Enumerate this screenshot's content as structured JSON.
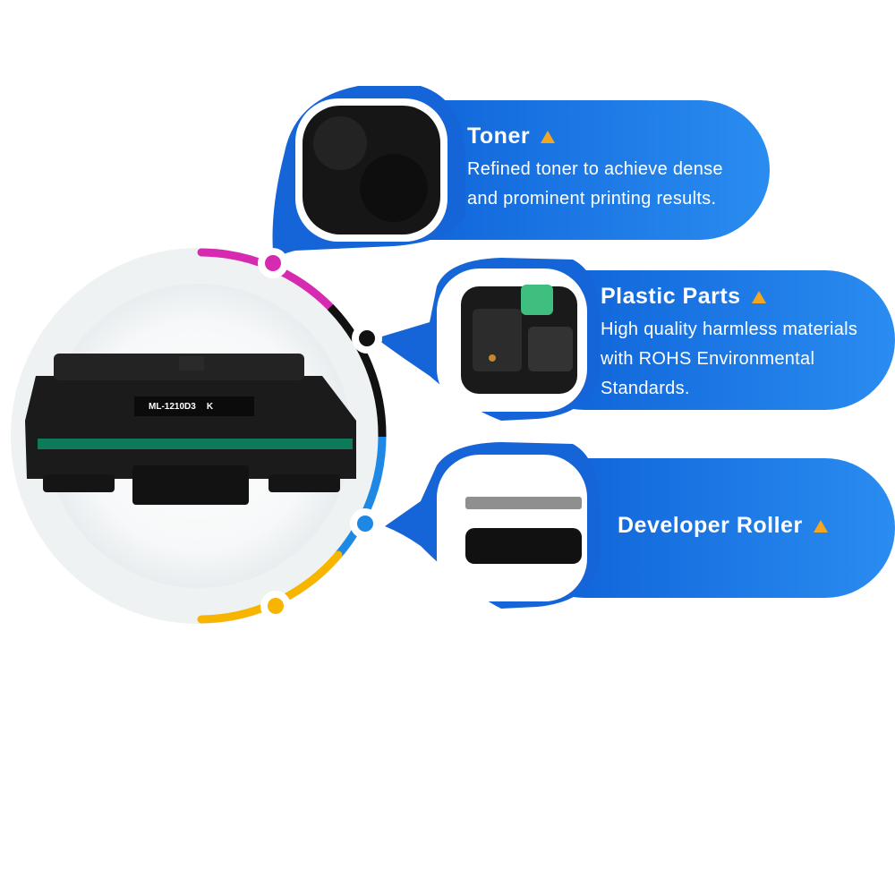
{
  "features": [
    {
      "title": "Toner",
      "description_lines": [
        "Refined toner to achieve dense",
        "and prominent printing results."
      ]
    },
    {
      "title": "Plastic Parts",
      "description_lines": [
        "High quality harmless materials",
        "with ROHS Environmental",
        "Standards."
      ]
    },
    {
      "title": "Developer Roller",
      "description_lines": []
    }
  ],
  "product": {
    "model_label": "ML-1210D3",
    "color_code": "K"
  },
  "colors": {
    "panel_blue": "#1a73e8",
    "accent_magenta": "#d62bb0",
    "accent_black": "#111111",
    "accent_blue": "#1e88e5",
    "accent_yellow": "#f7b500",
    "triangle_orange": "#f4a623"
  }
}
